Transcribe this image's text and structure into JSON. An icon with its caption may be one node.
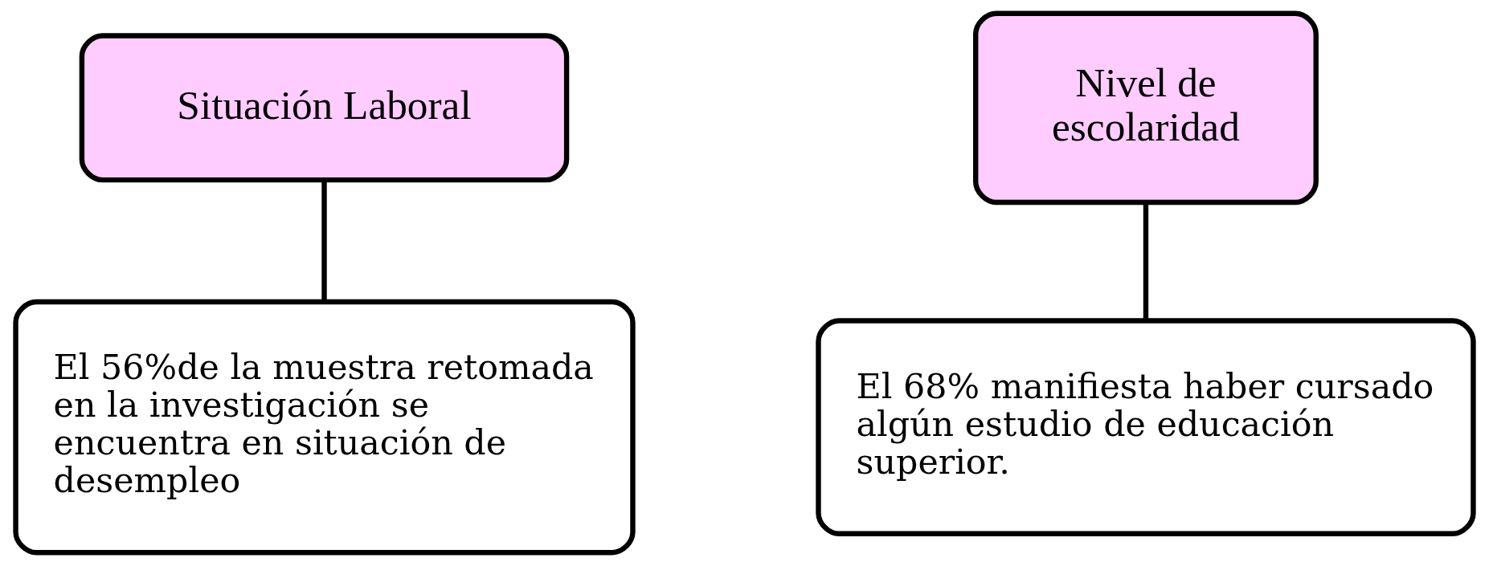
{
  "diagram": {
    "nodes": [
      {
        "text": [
          "Situación Laboral"
        ]
      },
      {
        "text": [
          "El 56%de la muestra retomada en la investigación se encuentra en situación de desempleo"
        ]
      },
      {
        "text": [
          "Nivel de escolaridad"
        ]
      },
      {
        "text": [
          "El 68% manifiesta haber cursado algún estudio de educación superior."
        ]
      }
    ],
    "edges": [
      {
        "from": 0,
        "to": 1,
        "arrow": "none"
      },
      {
        "from": 2,
        "to": 3,
        "arrow": "none"
      }
    ]
  }
}
